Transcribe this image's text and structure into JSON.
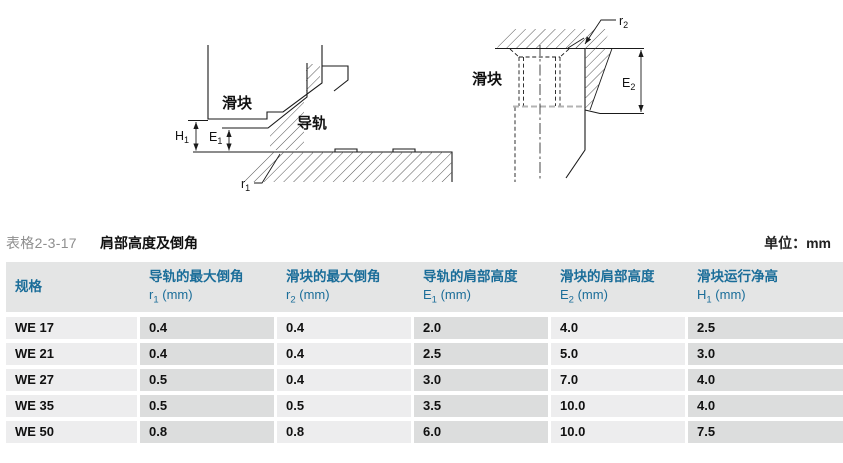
{
  "diagrams": {
    "left": {
      "slider_label": "滑块",
      "rail_label": "导轨",
      "h1_sym": "H",
      "h1_sub": "1",
      "e1_sym": "E",
      "e1_sub": "1",
      "r1_sym": "r",
      "r1_sub": "1"
    },
    "right": {
      "slider_label": "滑块",
      "e2_sym": "E",
      "e2_sub": "2",
      "r2_sym": "r",
      "r2_sub": "2"
    }
  },
  "table": {
    "tag": "表格2-3-17",
    "title": "肩部高度及倒角",
    "unit_label": "单位：mm",
    "columns": [
      {
        "title": "规格"
      },
      {
        "title": "导轨的最大倒角",
        "sym": "r",
        "sub": "1",
        "rest": " (mm)"
      },
      {
        "title": "滑块的最大倒角",
        "sym": "r",
        "sub": "2",
        "rest": " (mm)"
      },
      {
        "title": "导轨的肩部高度",
        "sym": "E",
        "sub": "1",
        "rest": " (mm)"
      },
      {
        "title": "滑块的肩部高度",
        "sym": "E",
        "sub": "2",
        "rest": " (mm)"
      },
      {
        "title": "滑块运行净高",
        "sym": "H",
        "sub": "1",
        "rest": " (mm)"
      }
    ],
    "rows": [
      {
        "spec": "WE 17",
        "values": [
          "0.4",
          "0.4",
          "2.0",
          "4.0",
          "2.5"
        ]
      },
      {
        "spec": "WE 21",
        "values": [
          "0.4",
          "0.4",
          "2.5",
          "5.0",
          "3.0"
        ]
      },
      {
        "spec": "WE 27",
        "values": [
          "0.5",
          "0.4",
          "3.0",
          "7.0",
          "4.0"
        ]
      },
      {
        "spec": "WE 35",
        "values": [
          "0.5",
          "0.5",
          "3.5",
          "10.0",
          "4.0"
        ]
      },
      {
        "spec": "WE 50",
        "values": [
          "0.8",
          "0.8",
          "6.0",
          "10.0",
          "7.5"
        ]
      }
    ]
  },
  "colors": {
    "accent_blue": "#1a6d99",
    "header_bg": "#e4e5e5",
    "cell_light": "#ededee",
    "cell_dark": "#dcdddd",
    "tag_gray": "#8e8e8e",
    "line_color": "#1a1a1a"
  }
}
